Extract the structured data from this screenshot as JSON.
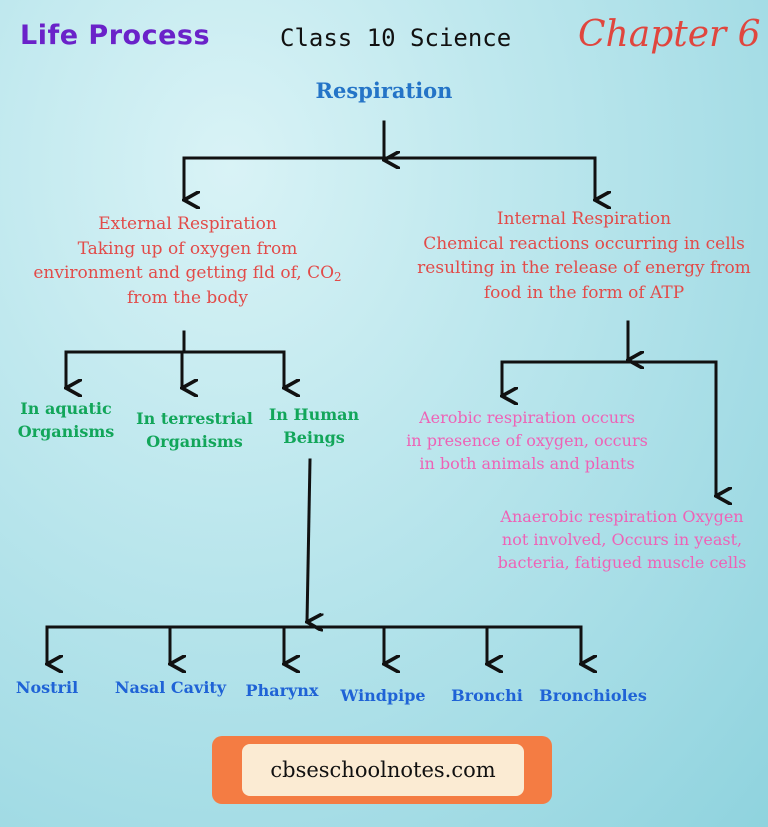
{
  "header": {
    "left": "Life Process",
    "middle": "Class 10 Science",
    "right": "Chapter 6"
  },
  "root": "Respiration",
  "external": {
    "title": "External Respiration",
    "lines": [
      "Taking up of oxygen from",
      "environment and getting fld of, CO",
      "from the body"
    ],
    "subscript": "2"
  },
  "internal": {
    "title": "Internal Respiration",
    "lines": [
      "Chemical reactions occurring in cells",
      "resulting in the release of energy from",
      "food in the form of ATP"
    ]
  },
  "organisms": [
    {
      "line1": "In aquatic",
      "line2": "Organisms"
    },
    {
      "line1": "In terrestrial",
      "line2": "Organisms"
    },
    {
      "line1": "In Human",
      "line2": "Beings"
    }
  ],
  "aerobic": [
    "Aerobic respiration occurs",
    "in presence of oxygen, occurs",
    "in both animals and plants"
  ],
  "anaerobic": [
    "Anaerobic respiration Oxygen",
    "not involved, Occurs in yeast,",
    "bacteria, fatigued muscle cells"
  ],
  "organs": [
    "Nostril",
    "Nasal Cavity",
    "Pharynx",
    "Windpipe",
    "Bronchi",
    "Bronchioles"
  ],
  "footer": "cbseschoolnotes.com",
  "colors": {
    "header_left": "#6a22c9",
    "header_right": "#e0463e",
    "title_blue": "#2474c7",
    "red_text": "#e24b49",
    "green_text": "#12a65a",
    "pink_text": "#ee62b6",
    "blue_text": "#1f63d6",
    "footer_orange": "#f47c43",
    "footer_cream": "#fbebd3"
  }
}
